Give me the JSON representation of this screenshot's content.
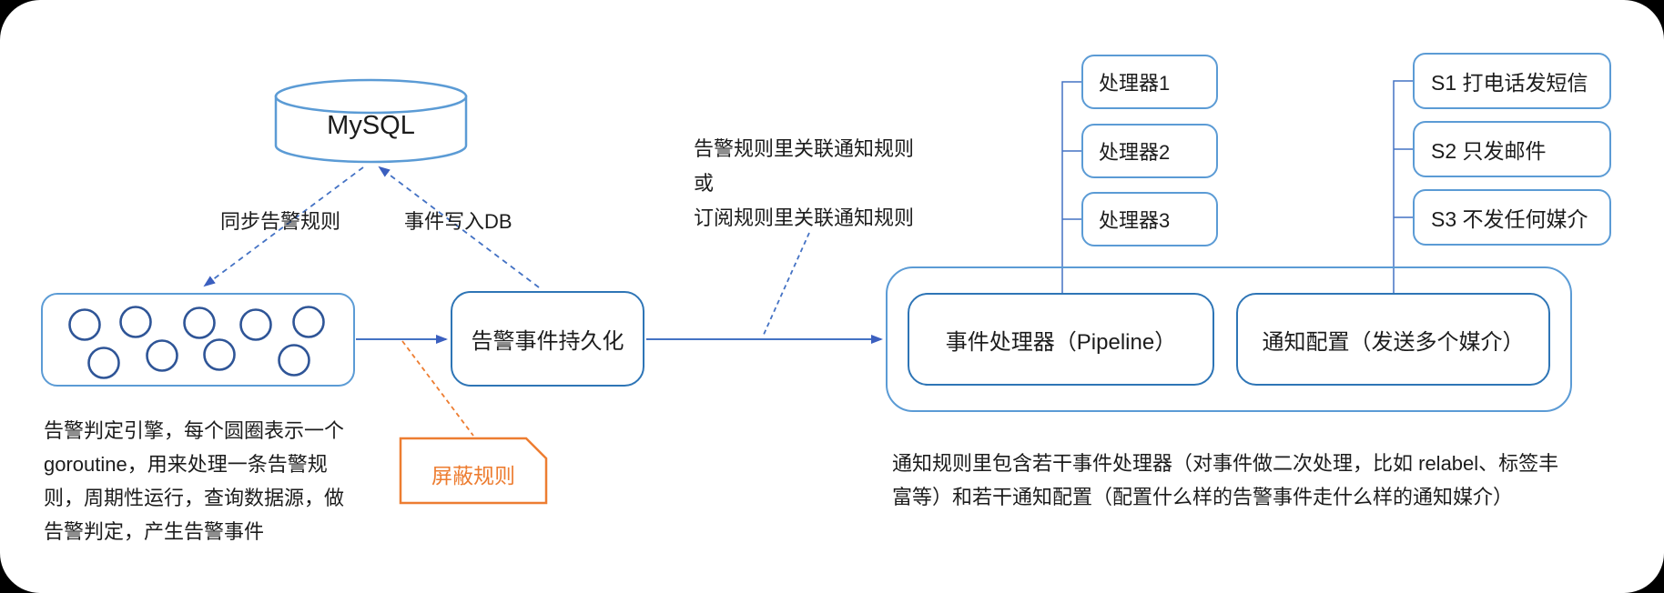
{
  "colors": {
    "page_background": "#000000",
    "canvas_background": "#ffffff",
    "box_border_light_blue": "#5B9BD5",
    "box_border_medium_blue": "#2E75B6",
    "goroutine_circle_blue": "#2F5597",
    "connector_blue": "#4472C4",
    "accent_orange": "#ED7D31",
    "text": "#1c1c1c"
  },
  "nodes": {
    "mysql": {
      "label": "MySQL"
    },
    "engine": {
      "circle_count": 9
    },
    "persist": {
      "label": "告警事件持久化"
    },
    "mask_rule": {
      "label": "屏蔽规则"
    },
    "pipeline": {
      "label": "事件处理器（Pipeline）"
    },
    "notify_config": {
      "label": "通知配置（发送多个媒介）"
    },
    "processors": [
      {
        "label": "处理器1"
      },
      {
        "label": "处理器2"
      },
      {
        "label": "处理器3"
      }
    ],
    "strategies": [
      {
        "label": "S1 打电话发短信"
      },
      {
        "label": "S2 只发邮件"
      },
      {
        "label": "S3 不发任何媒介"
      }
    ]
  },
  "edge_labels": {
    "sync_rules": "同步告警规则",
    "write_db": "事件写入DB"
  },
  "notes": {
    "relation": {
      "lines": [
        "告警规则里关联通知规则",
        "或",
        "订阅规则里关联通知规则"
      ]
    },
    "engine": {
      "lines": [
        "告警判定引擎，每个圆圈表示一个",
        "goroutine，用来处理一条告警规",
        "则，周期性运行，查询数据源，做",
        "告警判定，产生告警事件"
      ]
    },
    "notify": {
      "lines": [
        "通知规则里包含若干事件处理器（对事件做二次处理，比如  relabel、标签丰",
        "富等）和若干通知配置（配置什么样的告警事件走什么样的通知媒介）"
      ]
    }
  }
}
